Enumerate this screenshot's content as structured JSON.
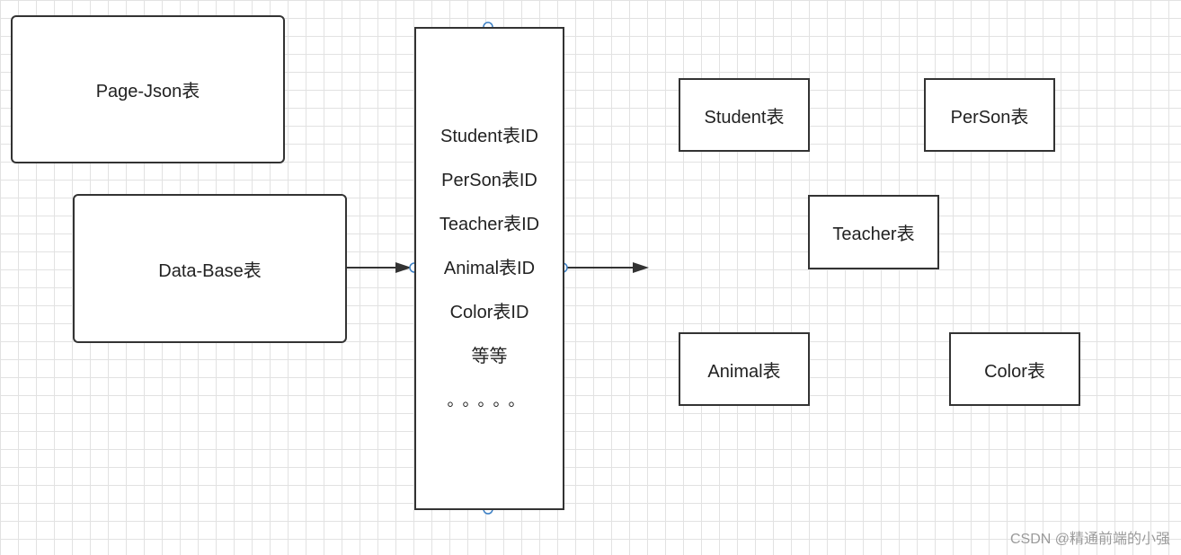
{
  "nodes": {
    "page_json": "Page-Json表",
    "data_base": "Data-Base表",
    "student": "Student表",
    "person": "PerSon表",
    "teacher": "Teacher表",
    "animal": "Animal表",
    "color": "Color表"
  },
  "id_list": {
    "items": [
      "Student表ID",
      "PerSon表ID",
      "Teacher表ID",
      "Animal表ID",
      "Color表ID",
      "等等",
      "。。。。。"
    ]
  },
  "watermark": "CSDN @精通前端的小强"
}
